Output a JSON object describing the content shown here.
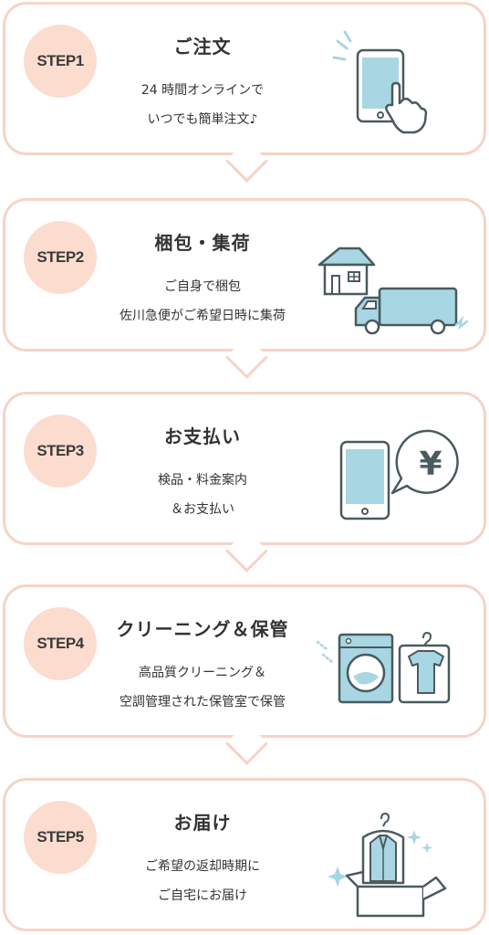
{
  "colors": {
    "card_border": "#f6d3c7",
    "badge_bg": "#fbdccf",
    "icon_fill": "#a8d6e3",
    "icon_stroke": "#4a5a5f"
  },
  "steps": [
    {
      "badge": "STEP1",
      "title": "ご注文",
      "desc_line1": "24 時間オンラインで",
      "desc_line2": "いつでも簡単注文♪",
      "icon": "smartphone-tap-icon"
    },
    {
      "badge": "STEP2",
      "title": "梱包・集荷",
      "desc_line1": "ご自身で梱包",
      "desc_line2": "佐川急便がご希望日時に集荷",
      "icon": "house-truck-icon"
    },
    {
      "badge": "STEP3",
      "title": "お支払い",
      "desc_line1": "検品・料金案内",
      "desc_line2": "＆お支払い",
      "icon": "phone-yen-icon"
    },
    {
      "badge": "STEP4",
      "title": "クリーニング＆保管",
      "desc_line1": "高品質クリーニング＆",
      "desc_line2": "空調管理された保管室で保管",
      "icon": "washer-storage-icon"
    },
    {
      "badge": "STEP5",
      "title": "お届け",
      "desc_line1": "ご希望の返却時期に",
      "desc_line2": "ご自宅にお届け",
      "icon": "delivery-box-icon"
    }
  ]
}
